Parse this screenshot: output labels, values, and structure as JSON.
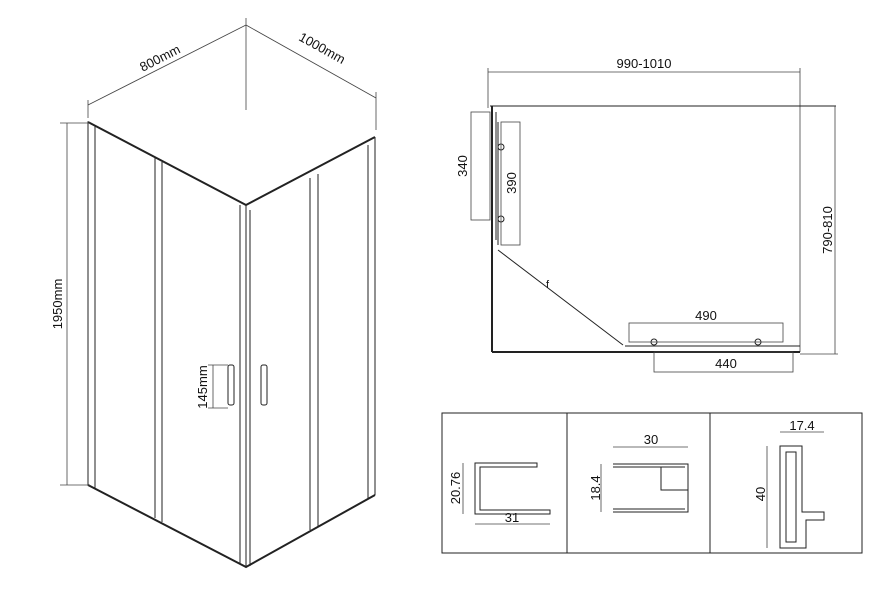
{
  "iso_view": {
    "width_left": "800mm",
    "width_right": "1000mm",
    "height": "1950mm",
    "handle_height": "145mm"
  },
  "plan_view": {
    "overall_width": "990-1010",
    "overall_depth": "790-810",
    "side_door_opening": "340",
    "side_door_panel": "390",
    "front_door_panel": "490",
    "front_door_opening": "440",
    "swing_mark": "f"
  },
  "profiles": [
    {
      "height": "20.76",
      "width": "31"
    },
    {
      "height": "18.4",
      "width": "30"
    },
    {
      "height": "40",
      "width": "17.4"
    }
  ]
}
